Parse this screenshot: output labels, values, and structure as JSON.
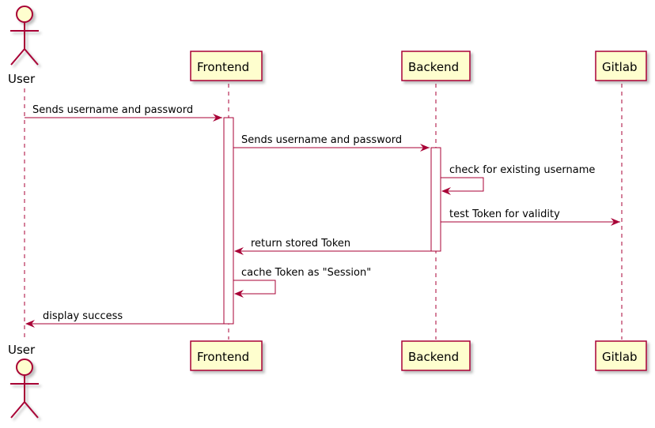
{
  "colors": {
    "box_fill": "#FEFECE",
    "box_border": "#A80036",
    "line": "#A80036",
    "activation_fill": "#FFFFFF",
    "background": "#FFFFFF",
    "shadow": "#C8C8C8"
  },
  "participants": [
    {
      "id": "user",
      "label": "User",
      "kind": "actor"
    },
    {
      "id": "frontend",
      "label": "Frontend",
      "kind": "participant"
    },
    {
      "id": "backend",
      "label": "Backend",
      "kind": "participant"
    },
    {
      "id": "gitlab",
      "label": "Gitlab",
      "kind": "participant"
    }
  ],
  "messages": [
    {
      "from": "user",
      "to": "frontend",
      "label": "Sends username and password"
    },
    {
      "from": "frontend",
      "to": "backend",
      "label": "Sends username and password"
    },
    {
      "from": "backend",
      "to": "backend",
      "label": "check for existing username"
    },
    {
      "from": "backend",
      "to": "gitlab",
      "label": "test Token for validity"
    },
    {
      "from": "backend",
      "to": "frontend",
      "label": "return stored Token"
    },
    {
      "from": "frontend",
      "to": "frontend",
      "label": "cache Token as \"Session\""
    },
    {
      "from": "frontend",
      "to": "user",
      "label": "display success"
    }
  ]
}
